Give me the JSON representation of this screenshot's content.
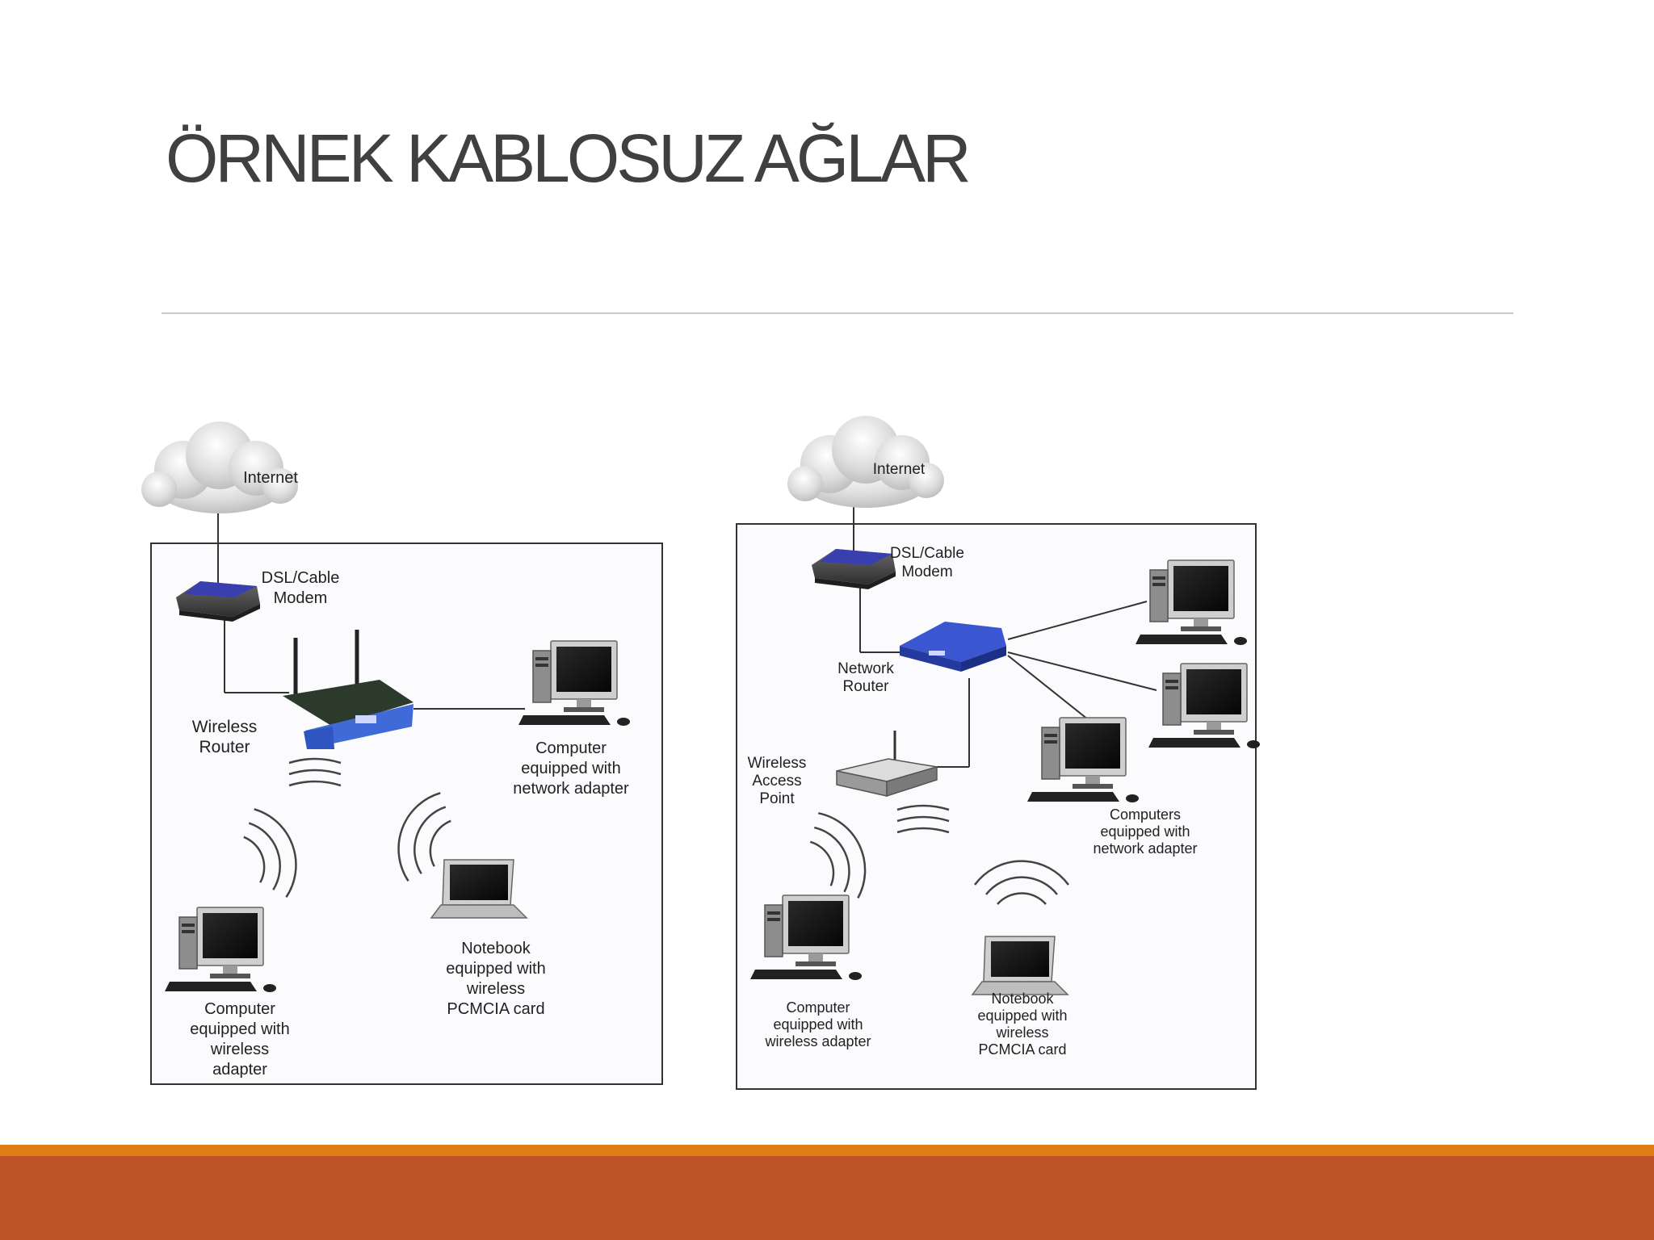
{
  "slide": {
    "title": "ÖRNEK KABLOSUZ AĞLAR"
  },
  "colors": {
    "title": "#404040",
    "footer_accent": "#e07d14",
    "footer_bar": "#bd5428",
    "divider": "#c8c8c8"
  },
  "diagram_left": {
    "internet": "Internet",
    "modem": [
      "DSL/Cable",
      "Modem"
    ],
    "router": [
      "Wireless",
      "Router"
    ],
    "wired_pc": [
      "Computer",
      "equipped with",
      "network adapter"
    ],
    "wireless_pc": [
      "Computer",
      "equipped with",
      "wireless",
      "adapter"
    ],
    "notebook": [
      "Notebook",
      "equipped with",
      "wireless",
      "PCMCIA card"
    ]
  },
  "diagram_right": {
    "internet": "Internet",
    "modem": [
      "DSL/Cable",
      "Modem"
    ],
    "router": [
      "Network",
      "Router"
    ],
    "access_point": [
      "Wireless",
      "Access",
      "Point"
    ],
    "wired_pcs": [
      "Computers",
      "equipped with",
      "network adapter"
    ],
    "wireless_pc": [
      "Computer",
      "equipped with",
      "wireless adapter"
    ],
    "notebook": [
      "Notebook",
      "equipped with",
      "wireless",
      "PCMCIA card"
    ]
  }
}
